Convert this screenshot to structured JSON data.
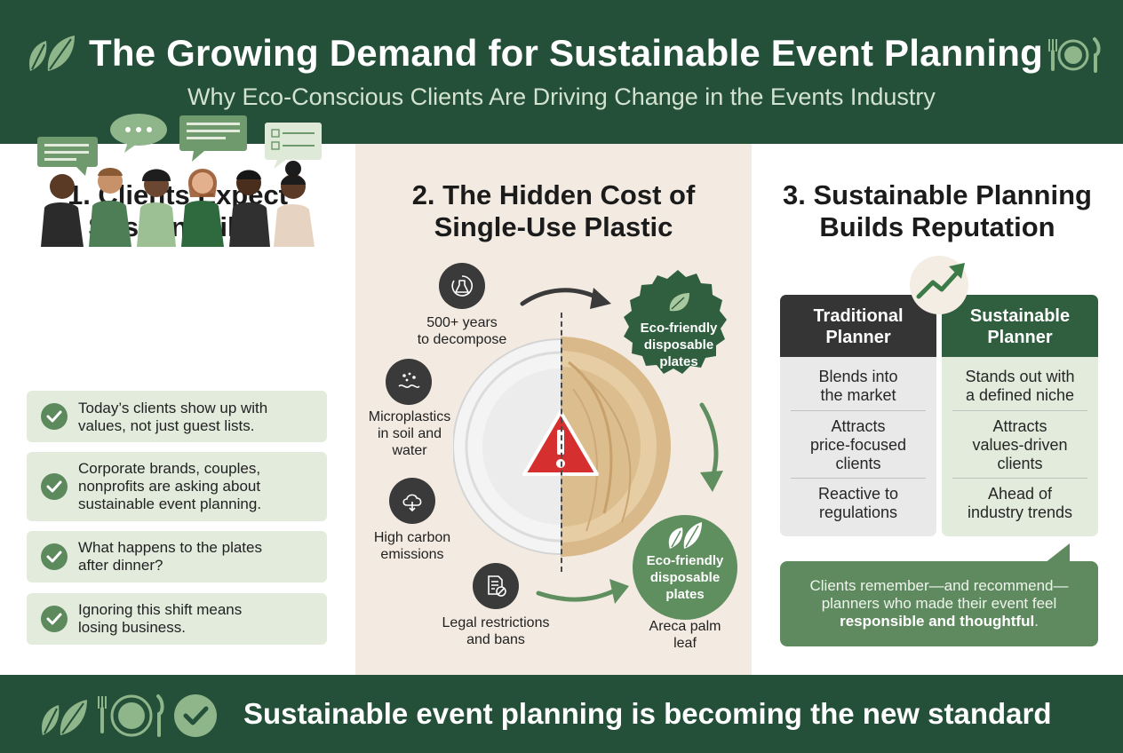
{
  "header": {
    "title": "The Growing Demand for Sustainable Event Planning",
    "subtitle": "Why Eco-Conscious Clients Are Driving Change in the Events Industry"
  },
  "col1": {
    "title_line1": "1. Clients Expect",
    "title_line2": "Sustainability",
    "items": [
      {
        "line1": "Today’s clients show up with",
        "line2": "values, not just guest lists."
      },
      {
        "line1": "Corporate brands, couples,",
        "line2": "nonprofits are asking about",
        "line3": "sustainable event planning."
      },
      {
        "line1": "What happens to the plates",
        "line2": "after dinner?"
      },
      {
        "line1": "Ignoring this shift means",
        "line2": "losing business."
      }
    ]
  },
  "col2": {
    "title_line1": "2. The Hidden Cost of",
    "title_line2": "Single-Use Plastic",
    "issues": [
      {
        "line1": "500+ years",
        "line2": "to decompose"
      },
      {
        "line1": "Microplastics",
        "line2": "in soil and",
        "line3": "water"
      },
      {
        "line1": "High carbon",
        "line2": "emissions"
      },
      {
        "line1": "Legal restrictions",
        "line2": "and bans"
      }
    ],
    "badge_top": {
      "line1": "Eco-friendly",
      "line2": "disposable",
      "line3": "plates"
    },
    "badge_bottom": {
      "line1": "Eco-friendly",
      "line2": "disposable",
      "line3": "plates"
    },
    "material": {
      "line1": "Areca palm",
      "line2": "leaf"
    }
  },
  "col3": {
    "title_line1": "3. Sustainable Planning",
    "title_line2": "Builds Reputation",
    "traditional": {
      "head_line1": "Traditional",
      "head_line2": "Planner",
      "rows": [
        {
          "line1": "Blends into",
          "line2": "the market"
        },
        {
          "line1": "Attracts",
          "line2": "price-focused",
          "line3": "clients"
        },
        {
          "line1": "Reactive to",
          "line2": "regulations"
        }
      ]
    },
    "sustainable": {
      "head_line1": "Sustainable",
      "head_line2": "Planner",
      "rows": [
        {
          "line1": "Stands out with",
          "line2": "a defined niche"
        },
        {
          "line1": "Attracts",
          "line2": "values-driven",
          "line3": "clients"
        },
        {
          "line1": "Ahead of",
          "line2": "industry trends"
        }
      ]
    },
    "quote": {
      "line1": "Clients remember—and recommend—",
      "line2": "planners who made their event feel",
      "line3_bold": "responsible and thoughtful",
      "line3_end": "."
    }
  },
  "footer": {
    "text": "Sustainable event planning is becoming the new standard"
  },
  "colors": {
    "dark_green": "#24503a",
    "mid_green": "#5f8a5f",
    "light_green": "#e3ebdd",
    "beige": "#f3ebe1",
    "warning_red": "#d62f2f",
    "charcoal": "#3a3a3a"
  },
  "icons": [
    "leaf-icon",
    "plate-cutlery-icon",
    "check-icon",
    "flask-icon",
    "microplastics-icon",
    "cloud-icon",
    "document-ban-icon",
    "warning-icon",
    "trend-up-icon",
    "chat-bubble-icon"
  ]
}
